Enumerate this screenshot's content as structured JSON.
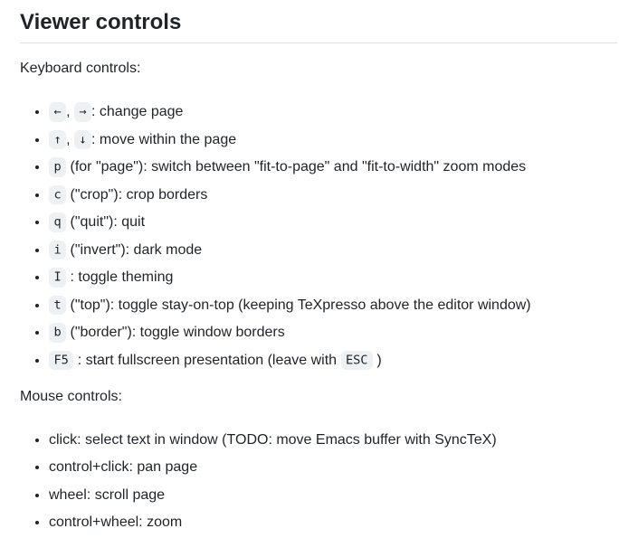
{
  "title": "Viewer controls",
  "colors": {
    "text": "#1f2328",
    "heading_border": "#d8dee4",
    "code_background": "#eef1f3",
    "page_background": "#ffffff"
  },
  "keyboard_section": {
    "label": "Keyboard controls:",
    "items": [
      {
        "segments": [
          {
            "code": "←"
          },
          {
            "text": ", "
          },
          {
            "code": "→"
          },
          {
            "text": ": change page"
          }
        ]
      },
      {
        "segments": [
          {
            "code": "↑"
          },
          {
            "text": ", "
          },
          {
            "code": "↓"
          },
          {
            "text": ": move within the page"
          }
        ]
      },
      {
        "segments": [
          {
            "code": "p"
          },
          {
            "text": " (for \"page\"): switch between \"fit-to-page\" and \"fit-to-width\" zoom modes"
          }
        ]
      },
      {
        "segments": [
          {
            "code": "c"
          },
          {
            "text": " (\"crop\"): crop borders"
          }
        ]
      },
      {
        "segments": [
          {
            "code": "q"
          },
          {
            "text": " (\"quit\"): quit"
          }
        ]
      },
      {
        "segments": [
          {
            "code": "i"
          },
          {
            "text": " (\"invert\"): dark mode"
          }
        ]
      },
      {
        "segments": [
          {
            "code": "I"
          },
          {
            "text": " : toggle theming"
          }
        ]
      },
      {
        "segments": [
          {
            "code": "t"
          },
          {
            "text": " (\"top\"): toggle stay-on-top (keeping TeXpresso above the editor window)"
          }
        ]
      },
      {
        "segments": [
          {
            "code": "b"
          },
          {
            "text": " (\"border\"): toggle window borders"
          }
        ]
      },
      {
        "segments": [
          {
            "code": "F5"
          },
          {
            "text": " : start fullscreen presentation (leave with "
          },
          {
            "code": "ESC"
          },
          {
            "text": " )"
          }
        ]
      }
    ]
  },
  "mouse_section": {
    "label": "Mouse controls:",
    "items": [
      {
        "segments": [
          {
            "text": "click: select text in window (TODO: move Emacs buffer with SyncTeX)"
          }
        ]
      },
      {
        "segments": [
          {
            "text": "control+click: pan page"
          }
        ]
      },
      {
        "segments": [
          {
            "text": "wheel: scroll page"
          }
        ]
      },
      {
        "segments": [
          {
            "text": "control+wheel: zoom"
          }
        ]
      }
    ]
  }
}
